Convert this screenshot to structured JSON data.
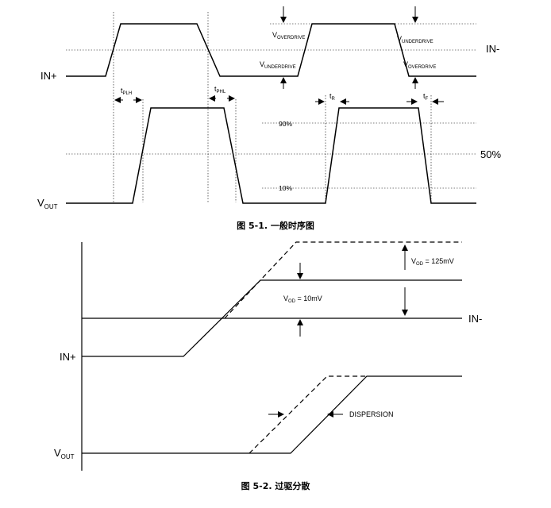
{
  "figure1": {
    "in_plus": "IN+",
    "in_minus": "IN-",
    "vout_main": "V",
    "vout_sub": "OUT",
    "tplh_main": "t",
    "tplh_sub": "PLH",
    "tphl_main": "t",
    "tphl_sub": "PHL",
    "tr_main": "t",
    "tr_sub": "R",
    "tf_main": "t",
    "tf_sub": "F",
    "vover1_main": "V",
    "vover1_sub": "OVERDRIVE",
    "vover2_main": "V",
    "vover2_sub": "OVERDRIVE",
    "vunder1_main": "V",
    "vunder1_sub": "UNDERDRIVE",
    "vunder2_main": "V",
    "vunder2_sub": "UNDERDRIVE",
    "pct90": "90%",
    "pct10": "10%",
    "pct50": "50%",
    "caption": "图 5-1. 一般时序图"
  },
  "figure2": {
    "in_plus": "IN+",
    "in_minus": "IN-",
    "vout_main": "V",
    "vout_sub": "OUT",
    "vod125_main": "V",
    "vod125_sub": "OD",
    "vod125_val": " = 125mV",
    "vod10_main": "V",
    "vod10_sub": "OD",
    "vod10_val": " = 10mV",
    "dispersion": "DISPERSION",
    "caption": "图 5-2. 过驱分散"
  }
}
